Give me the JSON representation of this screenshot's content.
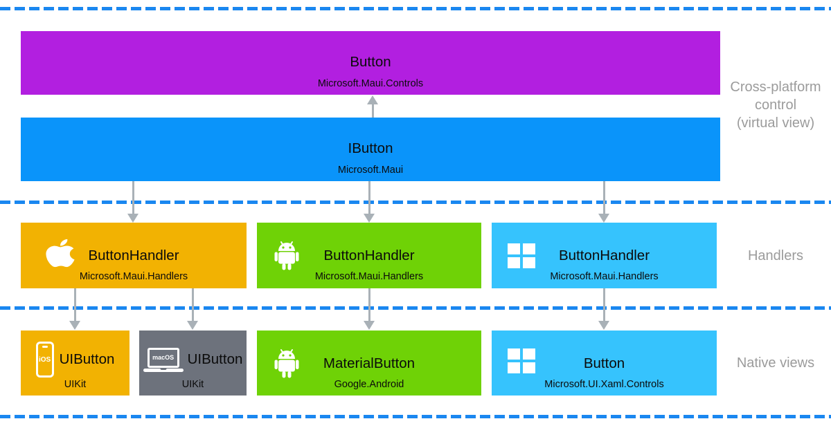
{
  "boxes": {
    "button": {
      "title": "Button",
      "subtitle": "Microsoft.Maui.Controls"
    },
    "ibutton": {
      "title": "IButton",
      "subtitle": "Microsoft.Maui"
    },
    "handler_ios": {
      "title": "ButtonHandler",
      "subtitle": "Microsoft.Maui.Handlers"
    },
    "handler_android": {
      "title": "ButtonHandler",
      "subtitle": "Microsoft.Maui.Handlers"
    },
    "handler_windows": {
      "title": "ButtonHandler",
      "subtitle": "Microsoft.Maui.Handlers"
    },
    "native_ios": {
      "title": "UIButton",
      "subtitle": "UIKit",
      "badge": "iOS"
    },
    "native_macos": {
      "title": "UIButton",
      "subtitle": "UIKit",
      "badge": "macOS"
    },
    "native_android": {
      "title": "MaterialButton",
      "subtitle": "Google.Android"
    },
    "native_windows": {
      "title": "Button",
      "subtitle": "Microsoft.UI.Xaml.Controls"
    }
  },
  "side_labels": {
    "cross_platform": [
      "Cross-platform",
      "control",
      "(virtual view)"
    ],
    "handlers": "Handlers",
    "native_views": "Native views"
  },
  "icons": {
    "handler_ios": "apple-logo-icon",
    "handler_android": "android-robot-icon",
    "handler_windows": "windows-logo-icon",
    "native_ios": "ios-phone-icon",
    "native_macos": "macos-laptop-icon",
    "native_android": "android-robot-icon",
    "native_windows": "windows-logo-icon"
  },
  "colors": {
    "cross_platform_button": "#b21fe0",
    "cross_platform_interface": "#0a94fa",
    "ios": "#f2b202",
    "android": "#6fd206",
    "windows": "#36c3fd",
    "macos": "#6d727c",
    "boundary_dash": "#1a87f0",
    "arrow": "#a9b1b7",
    "side_label": "#9b9b9b"
  }
}
